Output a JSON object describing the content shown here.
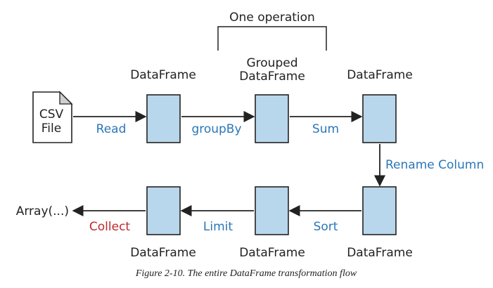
{
  "bracket_label": "One operation",
  "csv_file": {
    "line1": "CSV",
    "line2": "File"
  },
  "nodes": {
    "df1": "DataFrame",
    "grouped_line1": "Grouped",
    "grouped_line2": "DataFrame",
    "df3": "DataFrame",
    "df4": "DataFrame",
    "df5": "DataFrame",
    "df6": "DataFrame"
  },
  "edges": {
    "read": "Read",
    "group_by": "groupBy",
    "sum": "Sum",
    "rename_column": "Rename Column",
    "sort": "Sort",
    "limit": "Limit",
    "collect": "Collect"
  },
  "output": "Array(...)",
  "caption": "Figure 2-10. The entire DataFrame transformation flow",
  "colors": {
    "box_fill": "#b9d7ec",
    "stroke": "#222222",
    "edge_label_blue": "#2a77b8",
    "edge_label_red": "#c0282d",
    "file_fold": "#cfcfcf"
  }
}
